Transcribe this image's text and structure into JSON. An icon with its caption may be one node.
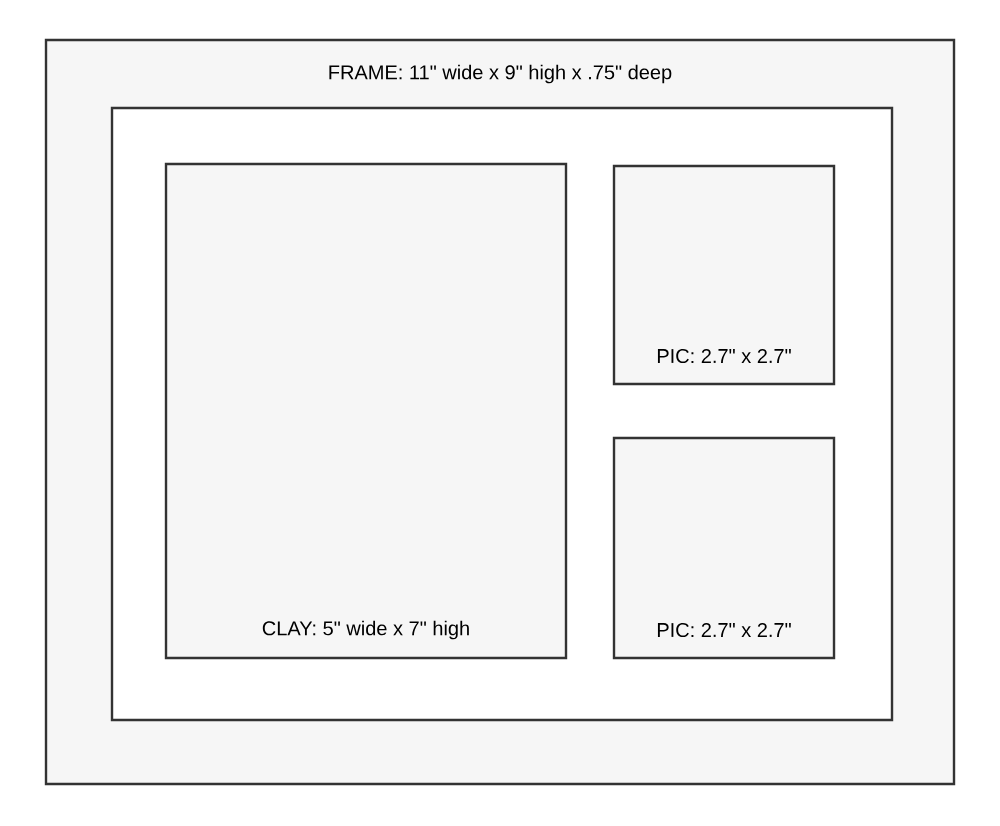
{
  "diagram": {
    "nodes": [
      {
        "text": [
          "FRAME: 11\" wide x 9\" high x .75\" deep"
        ]
      },
      {
        "text": [],
        "shape": "box",
        "in": 0
      },
      {
        "text": [
          "CLAY: 5\" wide x 7\" high"
        ],
        "in": 1
      },
      {
        "text": [
          "PIC: 2.7\" x 2.7\""
        ],
        "in": 1
      },
      {
        "text": [
          "PIC: 2.7\" x 2.7\""
        ],
        "in": 1
      }
    ]
  }
}
